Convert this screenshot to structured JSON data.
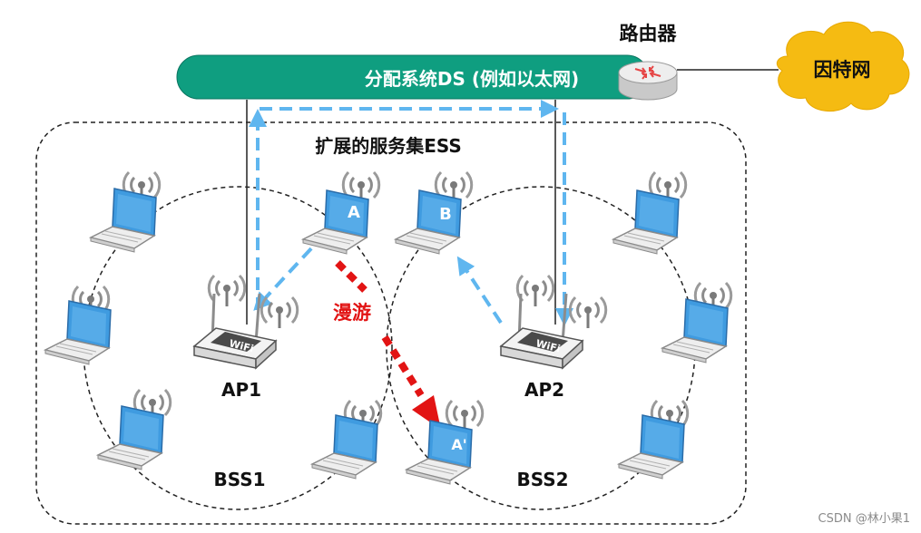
{
  "diagram": {
    "router_label": "路由器",
    "internet_label": "因特网",
    "ds_label": "分配系统DS (例如以太网)",
    "ess_label": "扩展的服务集ESS",
    "roam_label": "漫游",
    "ap1_label": "AP1",
    "ap2_label": "AP2",
    "bss1_label": "BSS1",
    "bss2_label": "BSS2",
    "station_a_label": "A",
    "station_b_label": "B",
    "station_a_prime_label": "A'",
    "wifi_text": "WiFi",
    "watermark": "CSDN @林小果1"
  },
  "colors": {
    "ds_bar": "#0f9e80",
    "ds_text": "#ffffff",
    "cloud": "#f5bb12",
    "flow_arrow": "#5fb6ef",
    "roam_arrow": "#e21414",
    "roam_text": "#e21414",
    "laptop_screen": "#3f9be0",
    "antenna_gray": "#8c8c8c"
  }
}
